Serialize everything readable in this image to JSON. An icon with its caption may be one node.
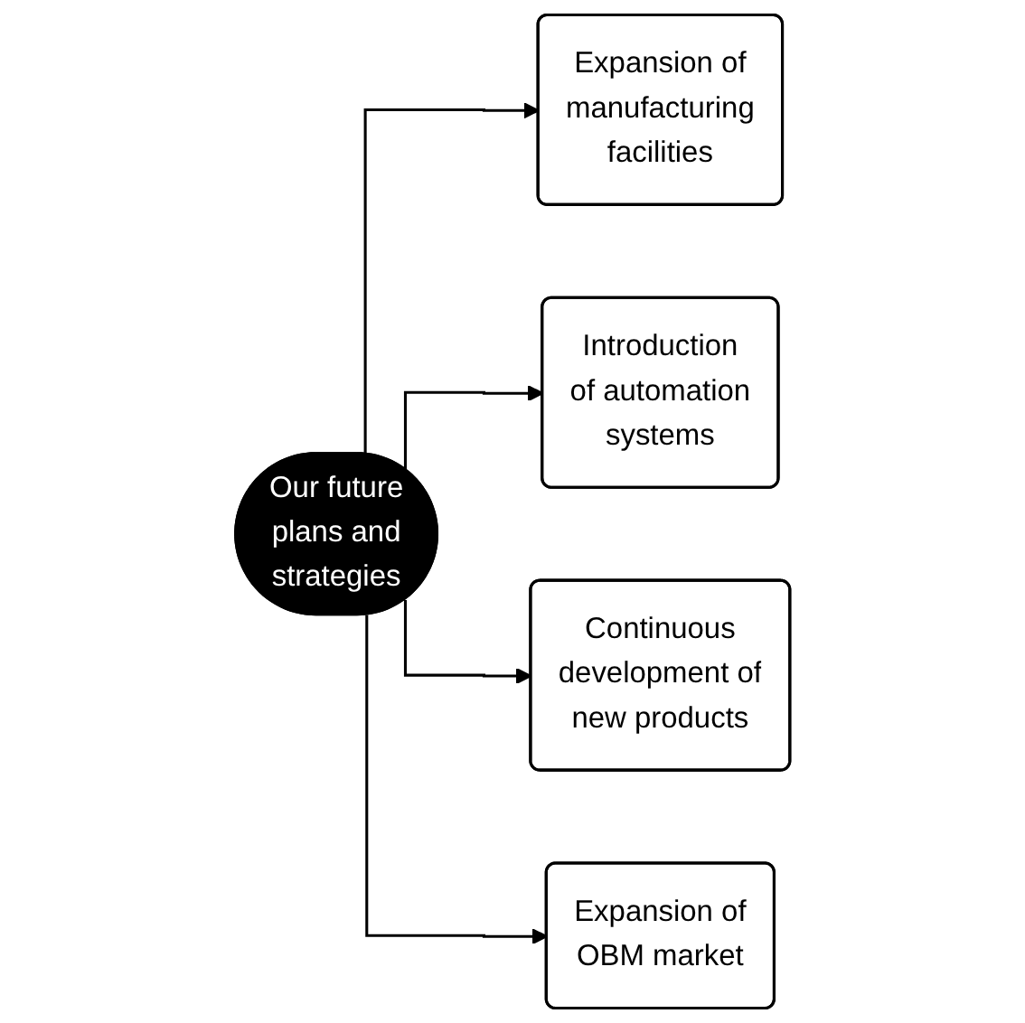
{
  "diagram": {
    "nodes": [
      {
        "text": [
          "Our future plans and strategies"
        ]
      },
      {
        "text": [
          "Expansion of manufacturing facilities"
        ]
      },
      {
        "text": [
          "Introduction of automation systems"
        ]
      },
      {
        "text": [
          "Continuous development of new products"
        ]
      },
      {
        "text": [
          "Expansion of OBM market"
        ]
      }
    ],
    "edges": [
      {
        "from": 0,
        "to": 1,
        "arrow": "to"
      },
      {
        "from": 0,
        "to": 2,
        "arrow": "to"
      },
      {
        "from": 0,
        "to": 3,
        "arrow": "to"
      },
      {
        "from": 0,
        "to": 4,
        "arrow": "to"
      }
    ]
  }
}
